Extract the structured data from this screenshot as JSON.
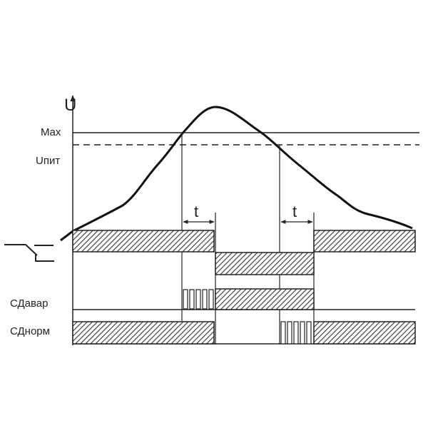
{
  "axis": {
    "y_label": "U"
  },
  "levels": {
    "max_label": "Max",
    "supply_label": "Uпит"
  },
  "delay": {
    "label_1": "t",
    "label_2": "t"
  },
  "signals": {
    "alarm_label": "СДавар",
    "normal_label": "СДнорм"
  },
  "colors": {
    "line": "#1a1a1a",
    "hatch": "#333333",
    "background": "#ffffff"
  }
}
